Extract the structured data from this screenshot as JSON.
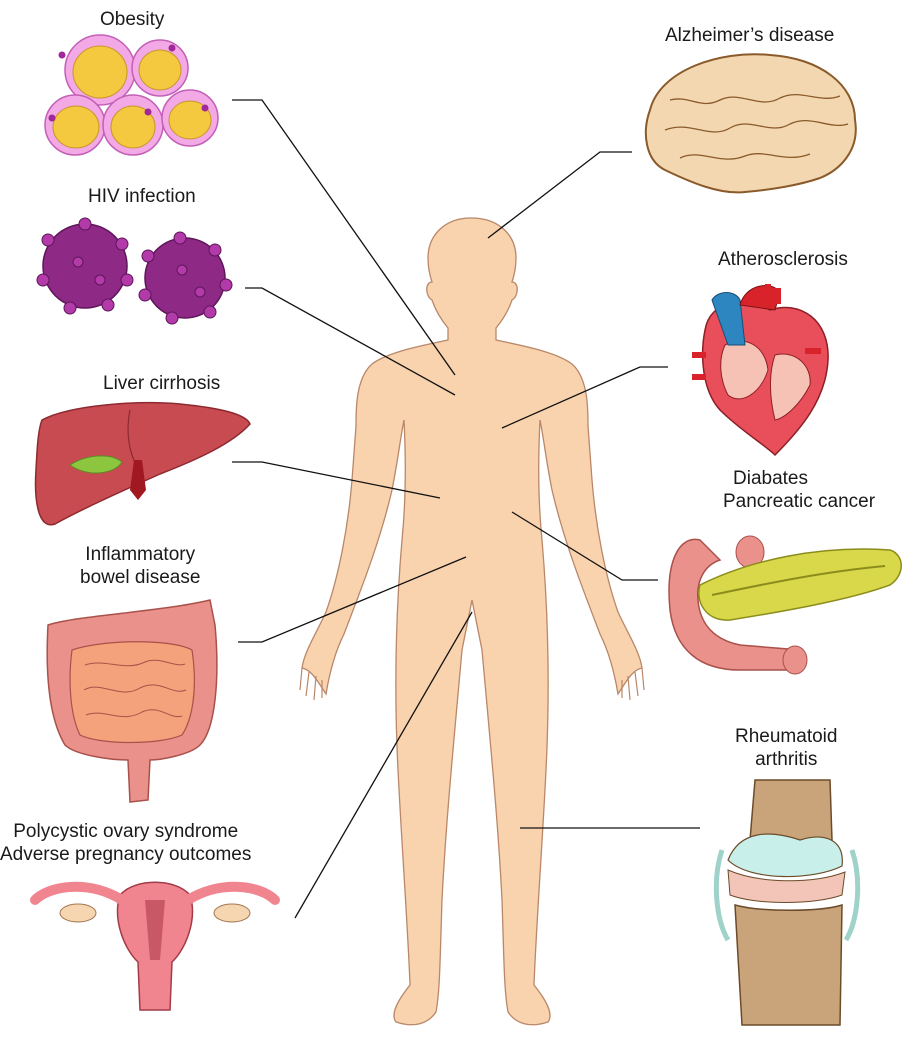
{
  "labels": {
    "obesity": "Obesity",
    "hiv": "HIV infection",
    "liver": "Liver cirrhosis",
    "ibd_line1": "Inflammatory",
    "ibd_line2": "bowel disease",
    "pcos_line1": "Polycystic ovary syndrome",
    "pcos_line2": "Adverse pregnancy outcomes",
    "alzheimers": "Alzheimer’s disease",
    "athero": "Atherosclerosis",
    "pancreas_line1": "Diabates",
    "pancreas_line2": "Pancreatic cancer",
    "ra_line1": "Rheumatoid",
    "ra_line2": "arthritis"
  },
  "colors": {
    "body_skin": "#f9d3ae",
    "body_outline": "#b9876a",
    "fat_cell": "#f5c93f",
    "fat_membrane": "#f3a9e6",
    "virus": "#8e2a86",
    "liver": "#c94b52",
    "gallbladder": "#8cc63f",
    "intestine": "#e9918a",
    "small_intestine": "#f3a27b",
    "uterus": "#f0848f",
    "brain": "#f3d7b1",
    "heart_red": "#d8232a",
    "heart_blue": "#2e86c1",
    "pancreas": "#d8d84a",
    "bone": "#c9a47a",
    "cartilage": "#c8efe9",
    "connector_line": "#111111"
  }
}
